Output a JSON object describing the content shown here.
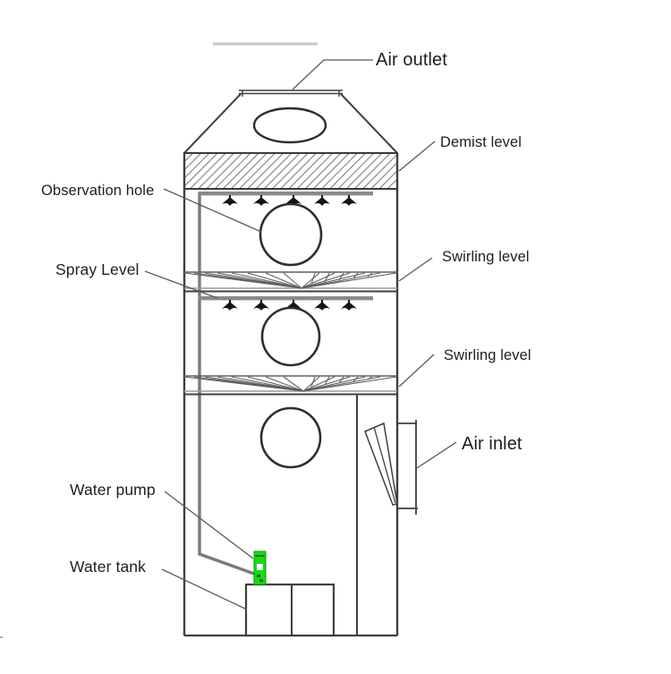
{
  "labels": {
    "air_outlet": "Air outlet",
    "demist_level": "Demist level",
    "observation_hole": "Observation hole",
    "spray_level": "Spray Level",
    "swirling_level_1": "Swirling level",
    "swirling_level_2": "Swirling level",
    "air_inlet": "Air inlet",
    "water_pump": "Water pump",
    "water_tank": "Water tank"
  },
  "colors": {
    "outline": "#3f3f3f",
    "soft_gray": "#8a8a8a",
    "leader": "#5a5a5a",
    "hatch": "#4a4a4a",
    "pump_green": "#12dd12",
    "faint_line": "#c6c6c6",
    "text": "#1e1e1e",
    "background": "#ffffff"
  }
}
